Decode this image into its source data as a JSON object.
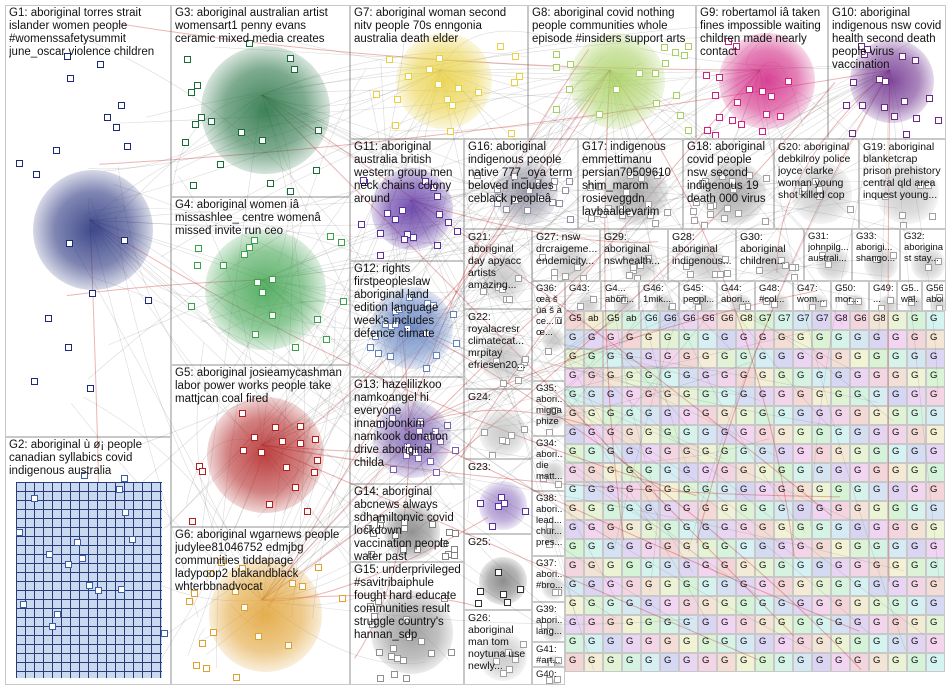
{
  "groups": [
    {
      "id": "g1",
      "label": "G1: aboriginal torres strait islander women people #womenssafetysummit june_oscar violence children",
      "color": "#1e2a78"
    },
    {
      "id": "g2",
      "label": "G2: aboriginal ù ø¡ people canadian syllabics covid indigenous australia",
      "color": "#3a5fa8"
    },
    {
      "id": "g3",
      "label": "G3: aboriginal australian artist womensart1 penny evans ceramic mixed media creates",
      "color": "#1b6b3a"
    },
    {
      "id": "g4",
      "label": "G4: aboriginal women iâ missashlee_ centre womenâ missed invite run ceo",
      "color": "#3aa04a"
    },
    {
      "id": "g5",
      "label": "G5: aboriginal josieamycashman labor power works people take mattjcan coal fired",
      "color": "#b02020"
    },
    {
      "id": "g6",
      "label": "G6: aboriginal wgarnews people judylee81046752 edmjbg communities tiddapage ladypoop2 blakandblack whterbbnadvocat",
      "color": "#e0a030"
    },
    {
      "id": "g7",
      "label": "G7: aboriginal woman second nitv people 70s enngonia australia death elder",
      "color": "#e8d040"
    },
    {
      "id": "g8",
      "label": "G8: aboriginal covid nothing people communities whole episode #insiders support arts",
      "color": "#a8d060"
    },
    {
      "id": "g9",
      "label": "G9: robertamol iâ taken fines impossible waiting children made nearly contact",
      "color": "#d02080"
    },
    {
      "id": "g10",
      "label": "G10: aboriginal indigenous nsw covid health second death people virus vaccination",
      "color": "#6a2a8a"
    },
    {
      "id": "g11",
      "label": "G11: aboriginal australia british western group men neck chains colony around",
      "color": "#5a30a0"
    },
    {
      "id": "g12",
      "label": "G12: rights firstpeopleslaw aboriginal land edition language week's includes defence climate",
      "color": "#6080c0"
    },
    {
      "id": "g13",
      "label": "G13: hazelilizkoo namkoangel hi everyone innamjoonkim namkook donation drive aboriginal childa",
      "color": "#7a60b0"
    },
    {
      "id": "g14",
      "label": "G14: aboriginal abcnews always sdhamiltonvic covid lockdown vaccination people water past",
      "color": "#808080"
    },
    {
      "id": "g15",
      "label": "G15: underprivileged #savitribaiphule fought hard educate communities result struggle country's hannan_sdp",
      "color": "#909090"
    },
    {
      "id": "g16",
      "label": "G16: aboriginal indigenous people native 777_oya term beloved includes ceblack peopleâ",
      "color": "#9090a0"
    },
    {
      "id": "g17",
      "label": "G17: indigenous emmettimanu persian70509610 shim_marom rosieveggdn lavbaaldevarim",
      "color": "#a0a0a0"
    },
    {
      "id": "g18",
      "label": "G18: aboriginal covid people nsw second indigenous 19 death 000 virus",
      "color": "#a0a0a0"
    },
    {
      "id": "g19",
      "label": "G19: aboriginal blanketcrap prison prehistory central qld area inquest young...",
      "color": "#a0a0a0"
    },
    {
      "id": "g20",
      "label": "G20: aboriginal debkilroy police joyce clarke woman young shot killed cop",
      "color": "#a0a0a0"
    },
    {
      "id": "g21",
      "label": "G21: aboriginal day apyacc artists amazing...",
      "color": "#a0a0a0"
    },
    {
      "id": "g22",
      "label": "G22: royalacresr climatecat... mrpitay efriesen20...",
      "color": "#a0a0a0"
    },
    {
      "id": "g23",
      "label": "G23:",
      "color": "#5a30a0"
    },
    {
      "id": "g24",
      "label": "G24:",
      "color": "#a0a0a0"
    },
    {
      "id": "g25",
      "label": "G25:",
      "color": "#303030"
    },
    {
      "id": "g26",
      "label": "G26: aboriginal man tom noytuna use newly...",
      "color": "#a0a0a0"
    },
    {
      "id": "g27",
      "label": "G27: nsw drcraigeme... endemicity...",
      "color": "#a0a0a0"
    },
    {
      "id": "g28",
      "label": "G28: aboriginal indigenous...",
      "color": "#a0a0a0"
    },
    {
      "id": "g29",
      "label": "G29: aboriginal nswhealth...",
      "color": "#a0a0a0"
    },
    {
      "id": "g30",
      "label": "G30: aboriginal children...",
      "color": "#a0a0a0"
    },
    {
      "id": "g31",
      "label": "G31: johnpilg... australi...",
      "color": "#a0a0a0"
    },
    {
      "id": "g32",
      "label": "G32: aboriginal... st stay...",
      "color": "#a0a0a0"
    },
    {
      "id": "g33",
      "label": "G33: aborigi... shango...",
      "color": "#a0a0a0"
    },
    {
      "id": "g36",
      "label": "G36: œà š ùa š à ce... ù œ...",
      "color": "#a0a0a0"
    },
    {
      "id": "g35",
      "label": "G35: abori... migga phize",
      "color": "#a0a0a0"
    },
    {
      "id": "g34",
      "label": "G34: abori... die matt...",
      "color": "#a0a0a0"
    },
    {
      "id": "g38",
      "label": "G38: abori... lead... chur... pres...",
      "color": "#a0a0a0"
    },
    {
      "id": "g37",
      "label": "G37: abori... #bro...",
      "color": "#a0a0a0"
    },
    {
      "id": "g39",
      "label": "G39: abori... lang...",
      "color": "#a0a0a0"
    },
    {
      "id": "g41",
      "label": "G41: #art...",
      "color": "#a0a0a0"
    },
    {
      "id": "g40",
      "label": "G40: ...",
      "color": "#a0a0a0"
    },
    {
      "id": "g43",
      "label": "G43:",
      "color": "#a0a0a0"
    },
    {
      "id": "g42",
      "label": "G4... abori...",
      "color": "#a0a0a0"
    },
    {
      "id": "g46",
      "label": "G46: 1mik...",
      "color": "#a0a0a0"
    },
    {
      "id": "g45",
      "label": "G45: peopl...",
      "color": "#a0a0a0"
    },
    {
      "id": "g44",
      "label": "G44: abori...",
      "color": "#a0a0a0"
    },
    {
      "id": "g48",
      "label": "G48: #col...",
      "color": "#a0a0a0"
    },
    {
      "id": "g47",
      "label": "G47: wom...",
      "color": "#a0a0a0"
    },
    {
      "id": "g50",
      "label": "G50: mor...",
      "color": "#a0a0a0"
    },
    {
      "id": "g49",
      "label": "G49: ...",
      "color": "#a0a0a0"
    },
    {
      "id": "g55",
      "label": "G5... wal...",
      "color": "#a0a0a0"
    },
    {
      "id": "g56",
      "label": "G56: abor...",
      "color": "#a0a0a0"
    }
  ],
  "small_cell_label": "G",
  "grid_snippets": [
    "G5",
    "ab",
    "G5",
    "ab",
    "G6",
    "G6",
    "G6",
    "G6",
    "G6",
    "G8",
    "G7",
    "G7",
    "G7",
    "G7",
    "G8",
    "G6",
    "G8"
  ]
}
